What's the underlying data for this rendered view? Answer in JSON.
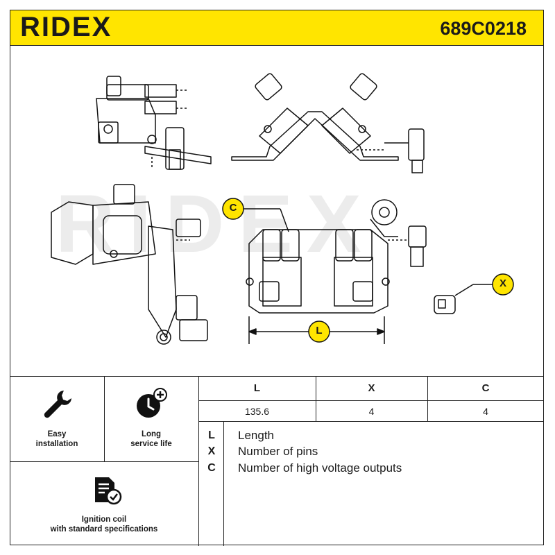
{
  "header": {
    "brand": "RIDEX",
    "part_number": "689C0218"
  },
  "drawing": {
    "watermark": "RIDEX",
    "callouts": [
      "C",
      "L",
      "X"
    ]
  },
  "features": [
    {
      "icon": "wrench-icon",
      "label_1": "Easy",
      "label_2": "installation"
    },
    {
      "icon": "clock-plus-icon",
      "label_1": "Long",
      "label_2": "service life"
    },
    {
      "icon": "document-check-icon",
      "label_1": "Ignition coil",
      "label_2": "with standard specifications"
    }
  ],
  "spec_table": {
    "headers": [
      "L",
      "X",
      "C"
    ],
    "values": [
      "135.6",
      "4",
      "4"
    ]
  },
  "legend": [
    {
      "key": "L",
      "text": "Length"
    },
    {
      "key": "X",
      "text": "Number of pins"
    },
    {
      "key": "C",
      "text": "Number of high voltage outputs"
    }
  ],
  "colors": {
    "header_bg": "#ffe500",
    "callout_bg": "#ffe500"
  }
}
